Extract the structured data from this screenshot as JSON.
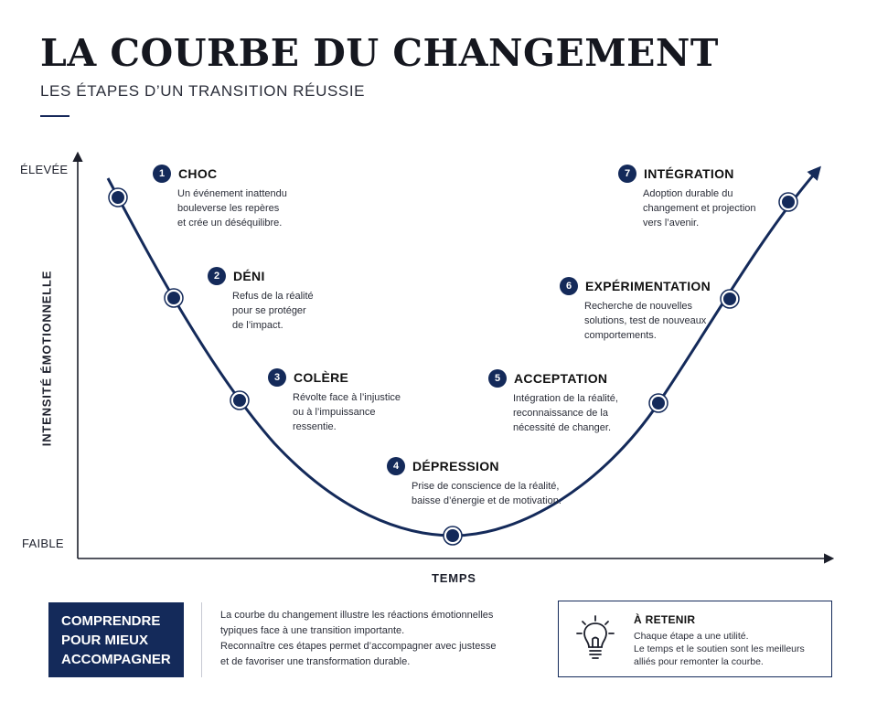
{
  "header": {
    "title": "LA COURBE DU CHANGEMENT",
    "subtitle": "LES ÉTAPES D’UN TRANSITION RÉUSSIE"
  },
  "axes": {
    "y_high": "ÉLEVÉE",
    "y_low": "FAIBLE",
    "y_title": "INTENSITÉ ÉMOTIONNELLE",
    "x_title": "TEMPS"
  },
  "stages": [
    {
      "num": "1",
      "name": "CHOC",
      "lines": [
        "Un événement inattendu",
        "bouleverse les repères",
        "et crée un déséquilibre."
      ]
    },
    {
      "num": "2",
      "name": "DÉNI",
      "lines": [
        "Refus de la réalité",
        "pour se protéger",
        "de l’impact."
      ]
    },
    {
      "num": "3",
      "name": "COLÈRE",
      "lines": [
        "Révolte face à l’injustice",
        "ou à l’impuissance",
        "ressentie."
      ]
    },
    {
      "num": "4",
      "name": "DÉPRESSION",
      "lines": [
        "Prise de conscience de la réalité,",
        "baisse d’énergie et de motivation."
      ]
    },
    {
      "num": "5",
      "name": "ACCEPTATION",
      "lines": [
        "Intégration de la réalité,",
        "reconnaissance de la",
        "nécessité de changer."
      ]
    },
    {
      "num": "6",
      "name": "EXPÉRIMENTATION",
      "lines": [
        "Recherche de nouvelles",
        "solutions, test de nouveaux",
        "comportements."
      ]
    },
    {
      "num": "7",
      "name": "INTÉGRATION",
      "lines": [
        "Adoption durable du",
        "changement et projection",
        "vers l’avenir."
      ]
    }
  ],
  "footer": {
    "box_lines": [
      "COMPRENDRE",
      "POUR MIEUX",
      "ACCOMPAGNER"
    ],
    "text_lines": [
      "La courbe du changement illustre les réactions émotionnelles",
      "typiques face à une transition importante.",
      "Reconnaître ces étapes permet d’accompagner avec justesse",
      "et de favoriser une transformation durable."
    ],
    "retain_title": "À RETENIR",
    "retain_lines": [
      "Chaque étape a une utilité.",
      "Le temps et le soutien sont les meilleurs",
      "alliés pour remonter la courbe."
    ],
    "retain_icon": "lightbulb-icon"
  },
  "colors": {
    "navy": "#142a5a",
    "text": "#1c1f2b",
    "axis": "#1c1f2b"
  }
}
